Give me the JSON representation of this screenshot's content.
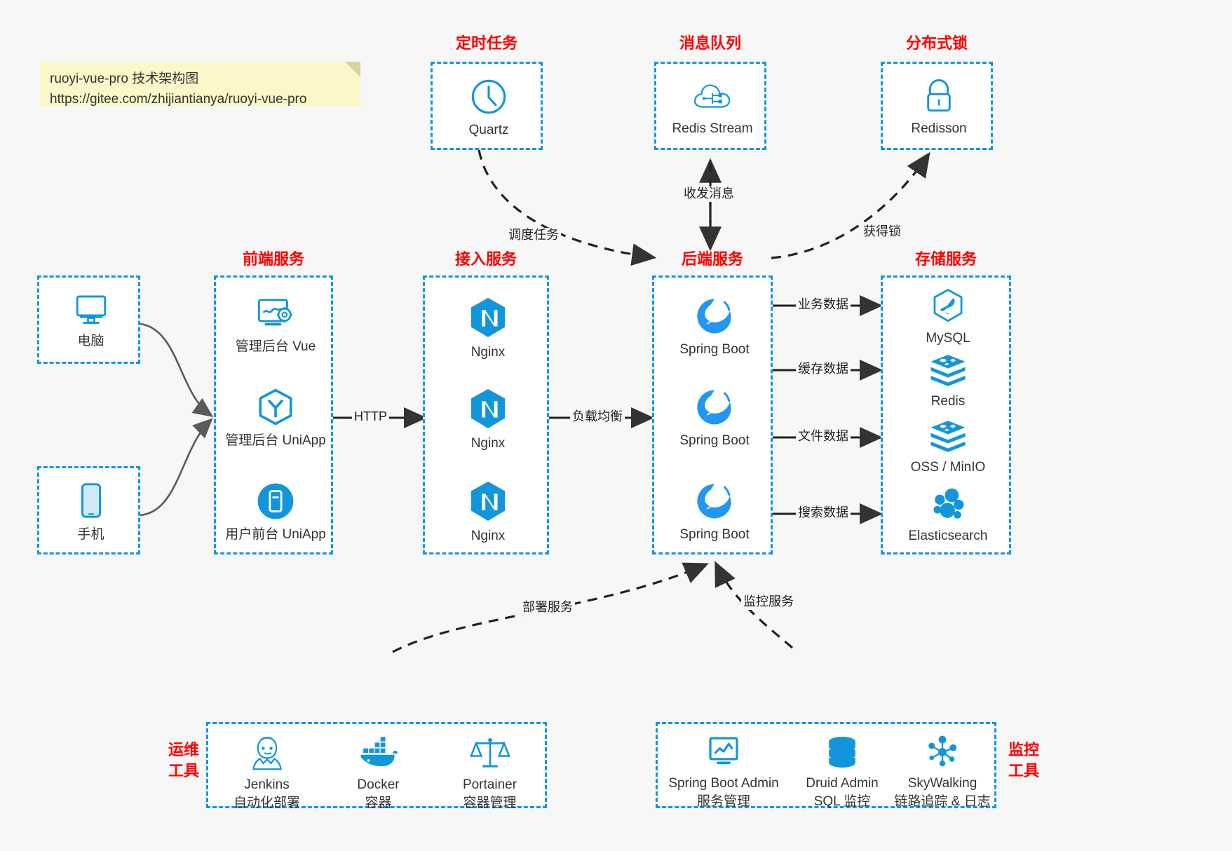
{
  "note": {
    "line1": "ruoyi-vue-pro 技术架构图",
    "line2": "https://gitee.com/zhijiantianya/ruoyi-vue-pro"
  },
  "groups": {
    "scheduler": {
      "title": "定时任务",
      "items": [
        {
          "label": "Quartz",
          "icon": "clock-icon"
        }
      ]
    },
    "mq": {
      "title": "消息队列",
      "items": [
        {
          "label": "Redis Stream",
          "icon": "cloud-network-icon"
        }
      ]
    },
    "lock": {
      "title": "分布式锁",
      "items": [
        {
          "label": "Redisson",
          "icon": "lock-icon"
        }
      ]
    },
    "frontend": {
      "title": "前端服务",
      "items": [
        {
          "label": "管理后台 Vue",
          "icon": "monitor-gear-icon"
        },
        {
          "label": "管理后台 UniApp",
          "icon": "hexagon-y-icon"
        },
        {
          "label": "用户前台 UniApp",
          "icon": "mobile-circle-icon"
        }
      ]
    },
    "gateway": {
      "title": "接入服务",
      "items": [
        {
          "label": "Nginx",
          "icon": "nginx-icon"
        },
        {
          "label": "Nginx",
          "icon": "nginx-icon"
        },
        {
          "label": "Nginx",
          "icon": "nginx-icon"
        }
      ]
    },
    "backend": {
      "title": "后端服务",
      "items": [
        {
          "label": "Spring Boot",
          "icon": "spring-leaf-icon"
        },
        {
          "label": "Spring Boot",
          "icon": "spring-leaf-icon"
        },
        {
          "label": "Spring Boot",
          "icon": "spring-leaf-icon"
        }
      ]
    },
    "storage": {
      "title": "存储服务",
      "items": [
        {
          "label": "MySQL",
          "icon": "mysql-dolphin-icon"
        },
        {
          "label": "Redis",
          "icon": "redis-stack-icon"
        },
        {
          "label": "OSS / MinIO",
          "icon": "redis-stack-icon"
        },
        {
          "label": "Elasticsearch",
          "icon": "elasticsearch-cluster-icon"
        }
      ]
    },
    "clients": {
      "computer": {
        "label": "电脑",
        "icon": "desktop-icon"
      },
      "phone": {
        "label": "手机",
        "icon": "phone-icon"
      }
    },
    "devops": {
      "title_line1": "运维",
      "title_line2": "工具",
      "items": [
        {
          "label": "Jenkins",
          "sub": "自动化部署",
          "icon": "jenkins-butler-icon"
        },
        {
          "label": "Docker",
          "sub": "容器",
          "icon": "docker-whale-icon"
        },
        {
          "label": "Portainer",
          "sub": "容器管理",
          "icon": "scales-icon"
        }
      ]
    },
    "monitor": {
      "title_line1": "监控",
      "title_line2": "工具",
      "items": [
        {
          "label": "Spring Boot Admin",
          "sub": "服务管理",
          "icon": "monitor-chart-icon"
        },
        {
          "label": "Druid Admin",
          "sub": "SQL 监控",
          "icon": "database-icon"
        },
        {
          "label": "SkyWalking",
          "sub": "链路追踪 & 日志",
          "icon": "skywalking-node-icon"
        }
      ]
    }
  },
  "edges": [
    {
      "id": "http",
      "label": "HTTP"
    },
    {
      "id": "lb",
      "label": "负载均衡"
    },
    {
      "id": "schedule",
      "label": "调度任务"
    },
    {
      "id": "mq",
      "label": "收发消息"
    },
    {
      "id": "getlock",
      "label": "获得锁"
    },
    {
      "id": "biz-data",
      "label": "业务数据"
    },
    {
      "id": "cache-data",
      "label": "缓存数据"
    },
    {
      "id": "file-data",
      "label": "文件数据"
    },
    {
      "id": "search-data",
      "label": "搜索数据"
    },
    {
      "id": "deploy",
      "label": "部署服务"
    },
    {
      "id": "monitoring",
      "label": "监控服务"
    }
  ],
  "colors": {
    "accent_blue": "#1296db",
    "title_red": "#ff0000",
    "note_bg": "#fcf7c8",
    "canvas": "#f7f7f7",
    "arrow_dark": "#333333",
    "arrow_gray": "#666666"
  }
}
